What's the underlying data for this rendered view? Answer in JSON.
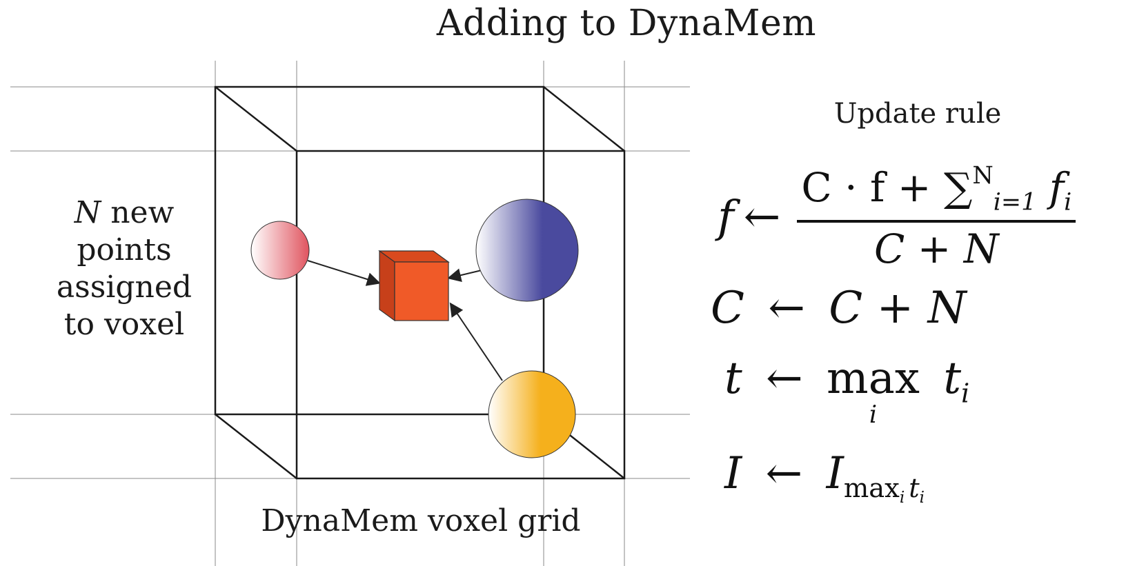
{
  "title": "Adding to DynaMem",
  "left_caption": {
    "var": "N",
    "line1_rest": " new",
    "line2": "points",
    "line3": "assigned",
    "line4": "to voxel"
  },
  "bottom_caption": "DynaMem voxel grid",
  "update_rule": {
    "heading": "Update rule",
    "arrow": "←",
    "eq1": {
      "lhs": "f",
      "numerator": "C · f + ∑",
      "sum_sup": "N",
      "sum_sub": "i=1",
      "sum_term": "f",
      "sum_term_sub": "i",
      "denominator": "C + N"
    },
    "eq2": {
      "lhs": "C",
      "rhs": "C + N"
    },
    "eq3": {
      "lhs": "t",
      "op": "max",
      "op_sub": "i",
      "rhs": "t",
      "rhs_sub": "i"
    },
    "eq4": {
      "lhs": "I",
      "rhs": "I",
      "rhs_sub": "max",
      "rhs_sub_sub": "i",
      "rhs_sub2": "t",
      "rhs_sub2_sub": "i"
    }
  },
  "colors": {
    "red_point": "#e0545f",
    "blue_point": "#4a4a9e",
    "yellow_point": "#f5b01c",
    "voxel": "#f05a28",
    "grid_line": "#8a8a8a"
  }
}
